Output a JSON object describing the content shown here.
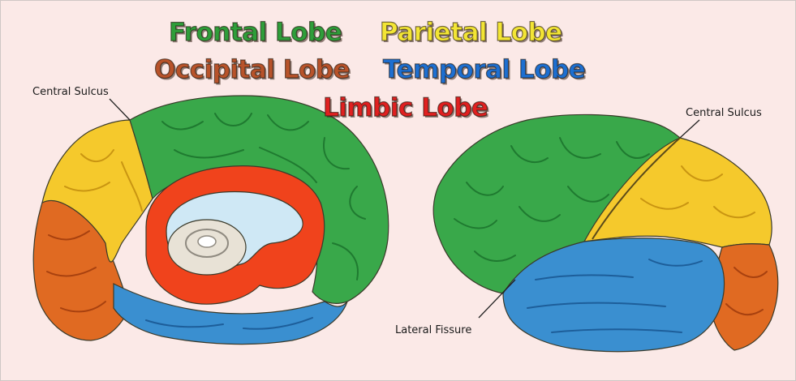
{
  "legend": {
    "frontal": {
      "label": "Frontal Lobe",
      "color": "#2f9e3a"
    },
    "parietal": {
      "label": "Parietal Lobe",
      "color": "#f3e535"
    },
    "occipital": {
      "label": "Occipital Lobe",
      "color": "#b8532a"
    },
    "temporal": {
      "label": "Temporal Lobe",
      "color": "#1d6fd1"
    },
    "limbic": {
      "label": "Limbic Lobe",
      "color": "#e02020"
    }
  },
  "annotations": {
    "central_sulcus_left": "Central Sulcus",
    "central_sulcus_right": "Central Sulcus",
    "lateral_fissure": "Lateral Fissure"
  },
  "fill_colors": {
    "frontal": "#39a84a",
    "frontal_dark": "#1f7a30",
    "parietal": "#f5c92c",
    "parietal_dark": "#c99512",
    "occipital": "#e06a22",
    "occipital_dark": "#a8410f",
    "temporal": "#3a8fd0",
    "temporal_dark": "#1d5e9a",
    "limbic": "#f0431c",
    "ventricle": "#cfe8f5",
    "thalamus": "#e8e2d6"
  }
}
